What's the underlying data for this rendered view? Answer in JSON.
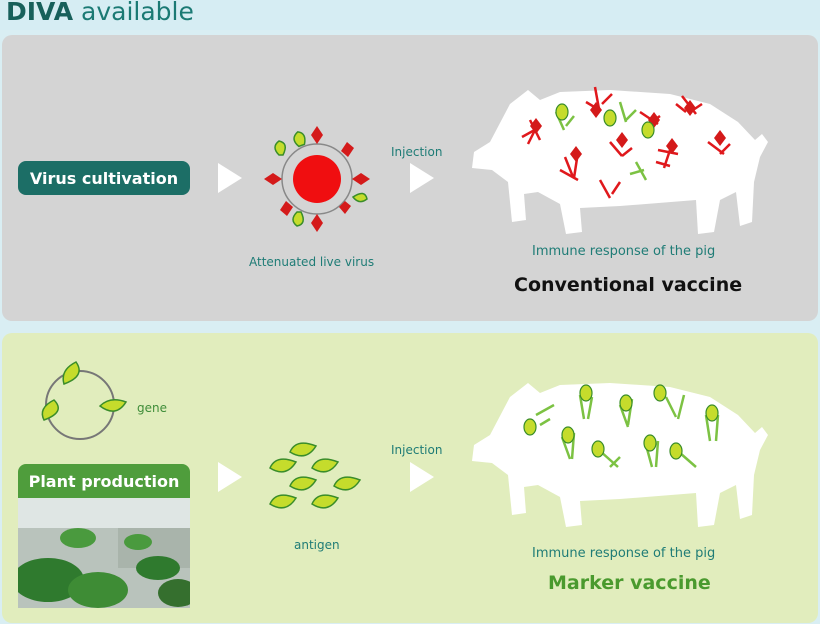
{
  "header": {
    "title_bold": "DIVA",
    "title_rest": "available"
  },
  "conventional": {
    "source_label": "Virus cultivation",
    "injection_label": "Injection",
    "virus_label": "Attenuated live virus",
    "response_label": "Immune response of the pig",
    "vaccine_label": "Conventional vaccine"
  },
  "marker": {
    "gene_label": "gene",
    "source_label": "Plant production",
    "injection_label": "Injection",
    "antigen_label": "antigen",
    "response_label": "Immune response of the pig",
    "vaccine_label": "Marker vaccine"
  },
  "colors": {
    "teal": "#1c6e66",
    "green": "#4f9d3c",
    "red": "#e0181c",
    "leaf": "#c5dc2c"
  },
  "icons": [
    "arrow-icon",
    "virus-icon",
    "pig-icon",
    "antibody-icon",
    "gene-cycle-icon",
    "antigen-leaf-icon",
    "plant-photo"
  ]
}
